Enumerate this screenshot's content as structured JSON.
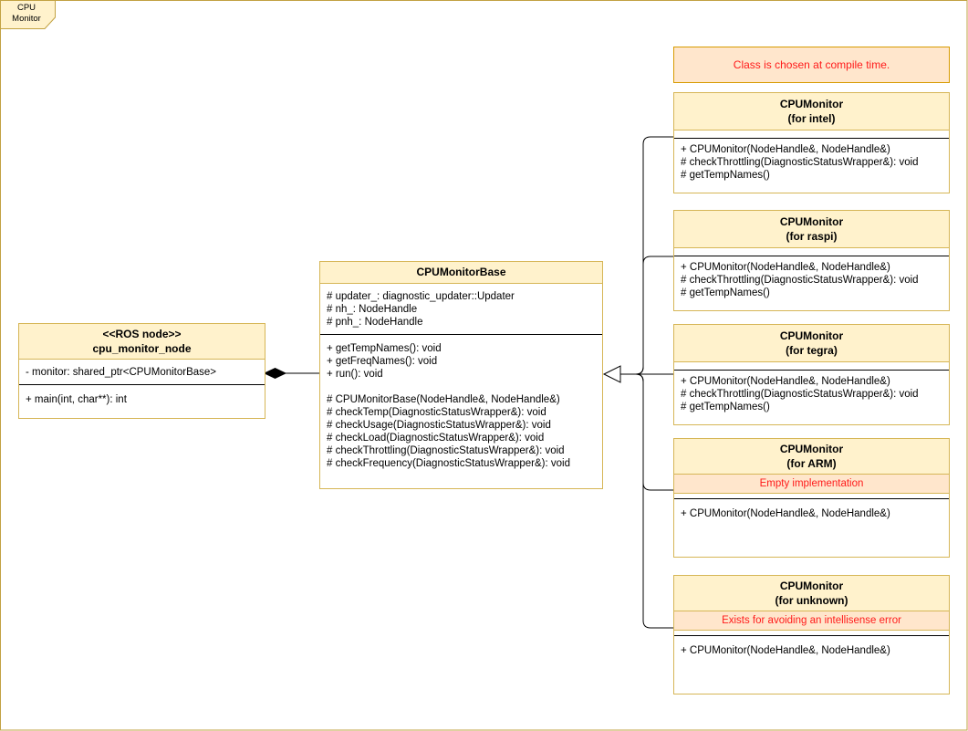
{
  "frame": {
    "tab_lines": [
      "CPU",
      "Monitor"
    ]
  },
  "note": {
    "text": "Class is chosen at compile time."
  },
  "colors": {
    "class_fill": "#FFF2CC",
    "class_border": "#D6B656",
    "note_fill": "#FFE6CC",
    "note_border": "#D79B00",
    "warning_text": "#FF1A1A",
    "frame_border": "#C2A243",
    "edge": "#000000"
  },
  "classes": {
    "node": {
      "stereotype": "<<ROS node>>",
      "name": "cpu_monitor_node",
      "attributes": [
        "- monitor: shared_ptr<CPUMonitorBase>"
      ],
      "methods": [
        "+ main(int, char**): int"
      ]
    },
    "base": {
      "name": "CPUMonitorBase",
      "attributes": [
        "# updater_: diagnostic_updater::Updater",
        "# nh_: NodeHandle",
        "# pnh_: NodeHandle"
      ],
      "methods": [
        "+ getTempNames(): void",
        "+ getFreqNames(): void",
        "+ run(): void",
        "",
        "# CPUMonitorBase(NodeHandle&, NodeHandle&)",
        "# checkTemp(DiagnosticStatusWrapper&): void",
        "# checkUsage(DiagnosticStatusWrapper&): void",
        "# checkLoad(DiagnosticStatusWrapper&): void",
        "# checkThrottling(DiagnosticStatusWrapper&): void",
        "# checkFrequency(DiagnosticStatusWrapper&): void"
      ]
    },
    "intel": {
      "name": "CPUMonitor",
      "variant": "(for intel)",
      "methods": [
        "+ CPUMonitor(NodeHandle&, NodeHandle&)",
        "# checkThrottling(DiagnosticStatusWrapper&): void",
        "# getTempNames()"
      ]
    },
    "raspi": {
      "name": "CPUMonitor",
      "variant": "(for raspi)",
      "methods": [
        "+ CPUMonitor(NodeHandle&, NodeHandle&)",
        "# checkThrottling(DiagnosticStatusWrapper&): void",
        "# getTempNames()"
      ]
    },
    "tegra": {
      "name": "CPUMonitor",
      "variant": "(for tegra)",
      "methods": [
        "+ CPUMonitor(NodeHandle&, NodeHandle&)",
        "# checkThrottling(DiagnosticStatusWrapper&): void",
        "# getTempNames()"
      ]
    },
    "arm": {
      "name": "CPUMonitor",
      "variant": "(for ARM)",
      "note": "Empty implementation",
      "methods": [
        "+ CPUMonitor(NodeHandle&, NodeHandle&)"
      ]
    },
    "unknown": {
      "name": "CPUMonitor",
      "variant": "(for unknown)",
      "note": "Exists for avoiding an intellisense error",
      "methods": [
        "+ CPUMonitor(NodeHandle&, NodeHandle&)"
      ]
    }
  }
}
